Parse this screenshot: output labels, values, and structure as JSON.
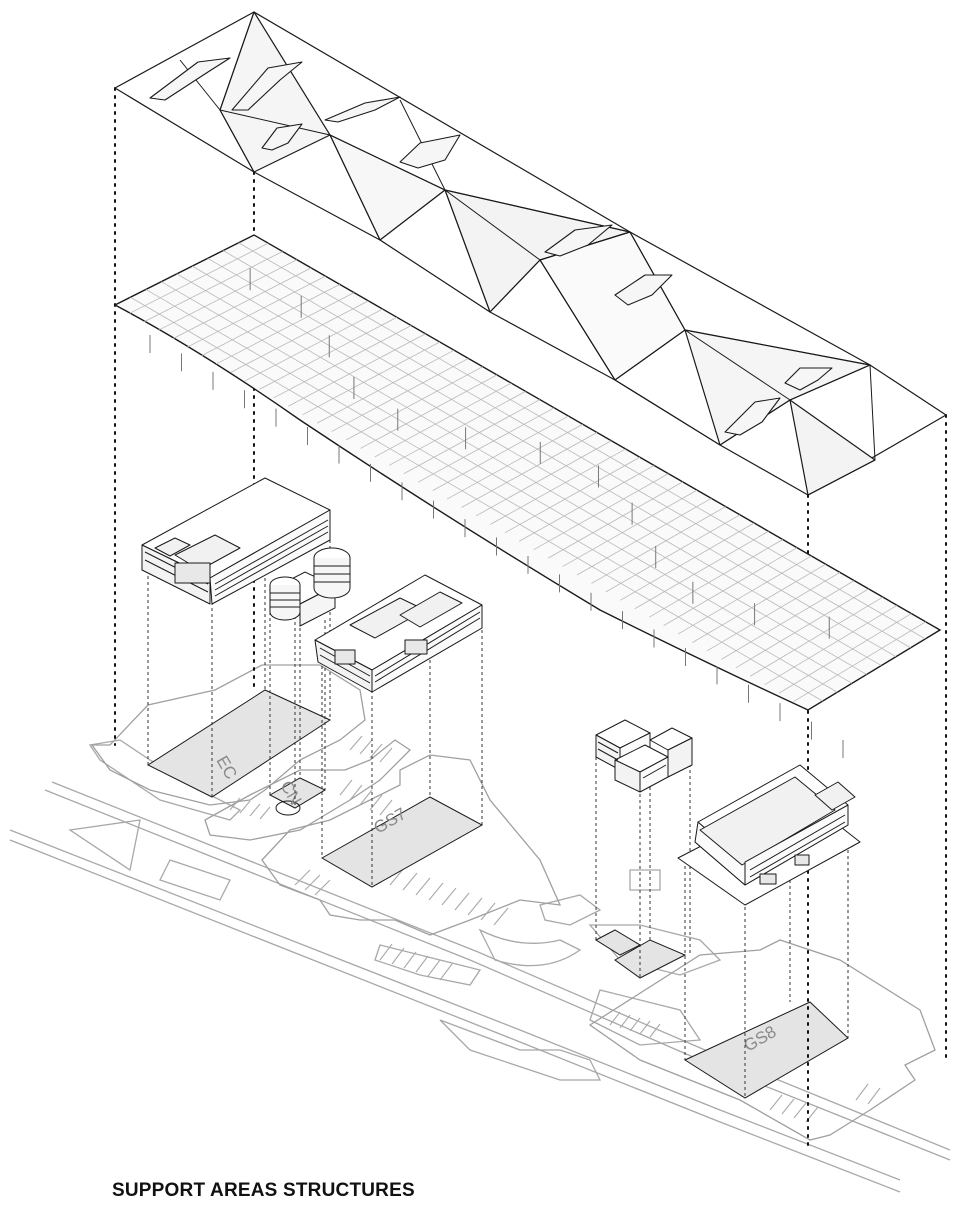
{
  "caption": "SUPPORT AREAS STRUCTURES",
  "plot_labels": {
    "ec": "EC",
    "cn": "CN",
    "gs7": "GS7",
    "gs8": "GS8"
  },
  "colors": {
    "line": "#1a1a1a",
    "light_line": "#9a9a9a",
    "plot_fill": "#e4e4e4",
    "roof_shade": "#f1f1f1",
    "label": "#8a8a8a"
  }
}
